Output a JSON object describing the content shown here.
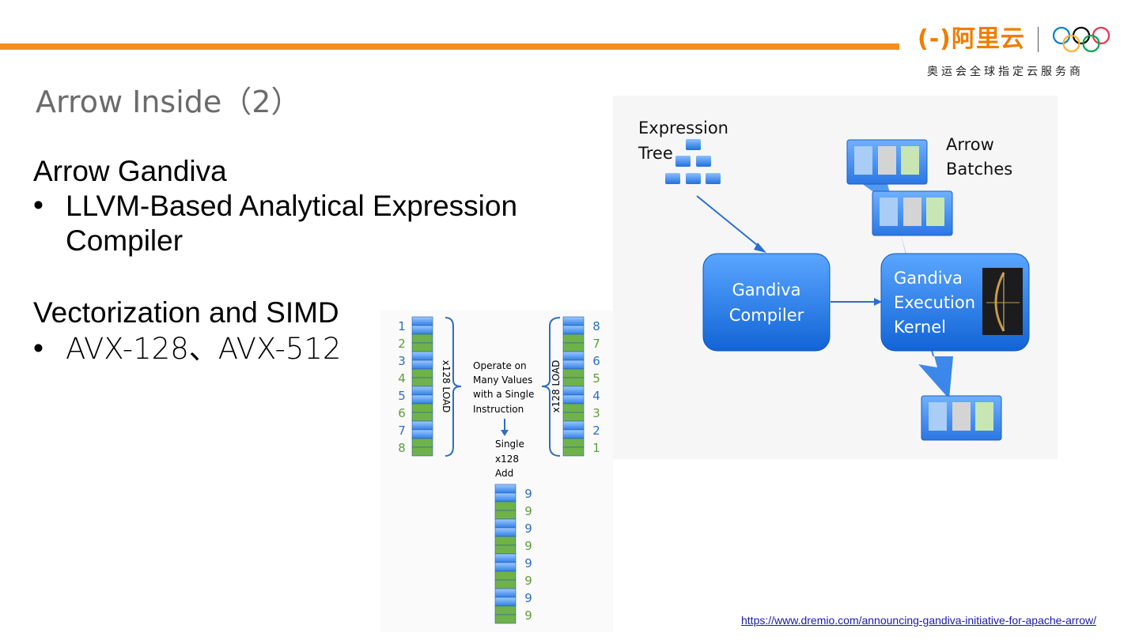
{
  "header": {
    "logo_text": "(-)阿里云",
    "tagline": "奥运会全球指定云服务商",
    "olympic_colors": [
      "#0081c8",
      "#fcb131",
      "#000000",
      "#00a651",
      "#ee334e"
    ]
  },
  "slide": {
    "title": "Arrow Inside（2）",
    "sections": [
      {
        "heading": "Arrow Gandiva",
        "bullets": [
          "LLVM-Based Analytical Expression Compiler"
        ],
        "bullet_lines": [
          "LLVM-Based Analytical Expression",
          "Compiler"
        ]
      },
      {
        "heading": "Vectorization and SIMD",
        "bullets": [
          "AVX-128、AVX-512"
        ]
      }
    ],
    "bullet_char": "•"
  },
  "simd_figure": {
    "left_values": [
      "1",
      "2",
      "3",
      "4",
      "5",
      "6",
      "7",
      "8"
    ],
    "right_values": [
      "8",
      "7",
      "6",
      "5",
      "4",
      "3",
      "2",
      "1"
    ],
    "result_values": [
      "9",
      "9",
      "9",
      "9",
      "9",
      "9",
      "9",
      "9"
    ],
    "left_load_label": "x128 LOAD",
    "right_load_label": "x128 LOAD",
    "operate_label": [
      "Operate on",
      "Many Values",
      "with a Single",
      "Instruction"
    ],
    "add_label": [
      "Single",
      "x128",
      "Add"
    ],
    "colors": {
      "blue": "#2e6fbf",
      "green": "#5e9e3a"
    }
  },
  "gandiva_figure": {
    "expression_tree_label": [
      "Expression",
      "Tree"
    ],
    "arrow_batches_label": [
      "Arrow",
      "Batches"
    ],
    "compiler_label": [
      "Gandiva",
      "Compiler"
    ],
    "kernel_label": [
      "Gandiva",
      "Execution",
      "Kernel"
    ],
    "colors": {
      "box": "#1f78e6",
      "arrow": "#3d8ff0"
    }
  },
  "footer": {
    "link": "https://www.dremio.com/announcing-gandiva-initiative-for-apache-arrow/"
  }
}
